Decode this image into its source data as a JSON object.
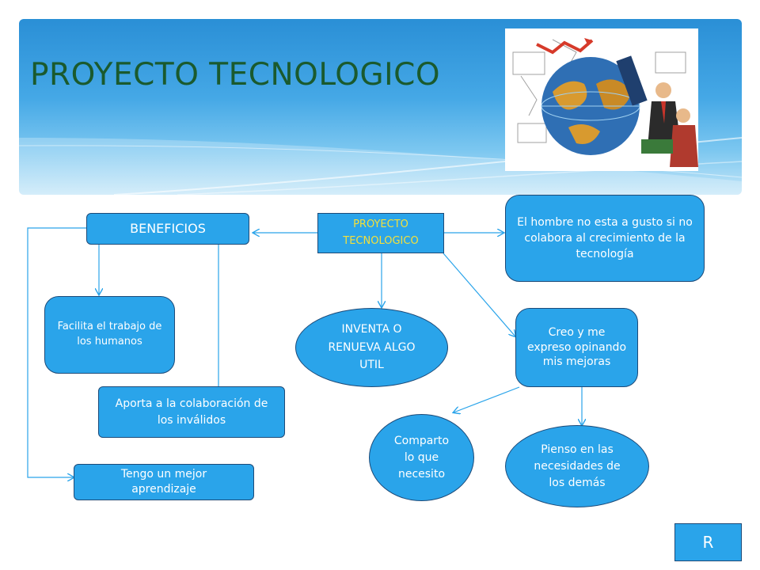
{
  "title": "PROYECTO TECNOLOGICO",
  "image": {
    "description_icon": "globe-technology-illustration"
  },
  "nodes": {
    "beneficios": "BENEFICIOS",
    "proyecto": "PROYECTO TECNOLOGICO",
    "hombre": "El hombre no esta a gusto si no colabora al crecimiento de la tecnología",
    "facilita": "Facilita el trabajo de los humanos",
    "inventa": "INVENTA O RENUEVA ALGO UTIL",
    "creo": "Creo y  me expreso opinando mis mejoras",
    "aporta": "Aporta a la colaboración de los inválidos",
    "comparto": "Comparto lo que necesito",
    "pienso": "Pienso en las necesidades de los demás",
    "tengo": "Tengo un mejor aprendizaje"
  },
  "nav": {
    "r_label": "R"
  },
  "colors": {
    "node_fill": "#2aa4ea",
    "node_border": "#1d4a78",
    "title": "#1a5a2e",
    "proyecto_text": "#f4e03a",
    "arrow": "#2aa4ea"
  }
}
